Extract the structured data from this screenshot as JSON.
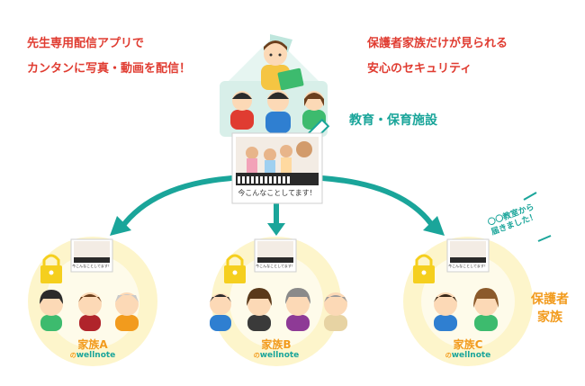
{
  "header": {
    "left_line1": "先生専用配信アプリで",
    "left_line2": "カンタンに写真・動画を配信！",
    "right_line1": "保護者家族だけが見られる",
    "right_line2": "安心のセキュリティ"
  },
  "facility": {
    "label": "教育・保育施設",
    "post_caption": "今こんなことしてます！"
  },
  "families": [
    {
      "name": "家族A",
      "brand_prefix": "の",
      "brand": "wellnote",
      "caption": "今こんなことしてます！"
    },
    {
      "name": "家族B",
      "brand_prefix": "の",
      "brand": "wellnote",
      "caption": "今こんなことしてます！"
    },
    {
      "name": "家族C",
      "brand_prefix": "の",
      "brand": "wellnote",
      "caption": "今こんなことしてます！"
    }
  ],
  "note": {
    "line1": "〇〇教室から",
    "line2": "届きました！"
  },
  "guardian": {
    "line1": "保護者",
    "line2": "家族"
  },
  "colors": {
    "accent_teal": "#1aa59a",
    "accent_red": "#e03c31",
    "accent_orange": "#f29b1d",
    "lock_yellow": "#f5cf1e",
    "circle_yellow": "#fdf3c2"
  },
  "icons": [
    "lock-icon",
    "pencil-icon",
    "arrow-icon"
  ]
}
